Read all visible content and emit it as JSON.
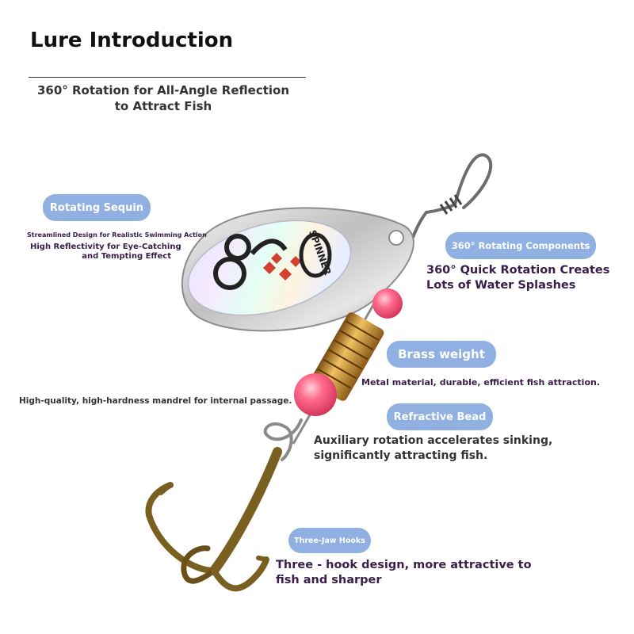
{
  "header": {
    "title": "Lure Introduction",
    "subtitle": "360° Rotation for All-Angle Reflection to Attract Fish"
  },
  "labels": {
    "rotating_sequin": {
      "tag": "Rotating Sequin",
      "line1": "Streamlined Design for Realistic Swimming Action",
      "line2": "High Reflectivity for Eye-Catching",
      "line3": "and Tempting Effect"
    },
    "rotating_components": {
      "tag": "360° Rotating Components",
      "line1": "360° Quick Rotation Creates",
      "line2": "Lots of Water Splashes"
    },
    "brass_weight": {
      "tag": "Brass weight",
      "desc": "Metal material, durable, efficient fish attraction."
    },
    "mandrel": {
      "desc": "High-quality, high-hardness mandrel for internal passage."
    },
    "refractive_bead": {
      "tag": "Refractive Bead",
      "line1": "Auxiliary rotation accelerates sinking,",
      "line2": "significantly attracting fish."
    },
    "hooks": {
      "tag": "Three-Jaw Hooks",
      "line1": "Three - hook design, more attractive to",
      "line2": "fish and sharper"
    }
  },
  "blade_print": "SPINNER",
  "colors": {
    "pill": "#8fb0e0",
    "text": "#3a1d4a",
    "bead": "#ff6a8a",
    "brass": "#c8902a",
    "hook": "#7a6020"
  }
}
